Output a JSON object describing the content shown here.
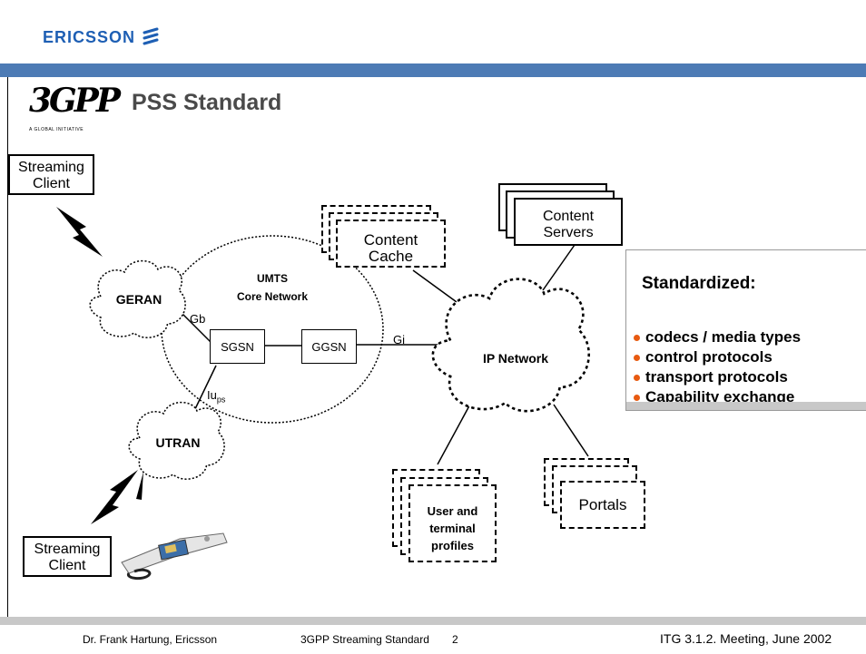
{
  "header": {
    "brand": "ERICSSON",
    "brand_color": "#1e5fb4",
    "bar_color": "#4d7bb5"
  },
  "slide": {
    "title": "PSS Standard",
    "logo_text": "3GPP",
    "logo_tagline": "A GLOBAL INITIATIVE"
  },
  "diagram": {
    "streaming_client_top": [
      "Streaming",
      "Client"
    ],
    "streaming_client_bottom": [
      "Streaming",
      "Client"
    ],
    "geran": "GERAN",
    "utran": "UTRAN",
    "core_network": [
      "UMTS",
      "Core Network"
    ],
    "sgsn": "SGSN",
    "ggsn": "GGSN",
    "gb": "Gb",
    "iu_main": "Iu",
    "iu_sub": "ps",
    "gi": "Gi",
    "ip_network": "IP Network",
    "content_cache": [
      "Content",
      "Cache"
    ],
    "content_servers": [
      "Content",
      "Servers"
    ],
    "user_profiles": [
      "User and",
      "terminal",
      "profiles"
    ],
    "portals": "Portals"
  },
  "standardized": {
    "title": "Standardized:",
    "items": [
      "codecs / media types",
      "control protocols",
      "transport protocols",
      "Capability exchange"
    ],
    "bullet_color": "#e85a10"
  },
  "footer": {
    "author": "Dr. Frank Hartung, Ericsson",
    "talk": "3GPP Streaming Standard",
    "page": "2",
    "meeting": "ITG 3.1.2. Meeting, June 2002",
    "bar_color": "#c8c8c8"
  }
}
